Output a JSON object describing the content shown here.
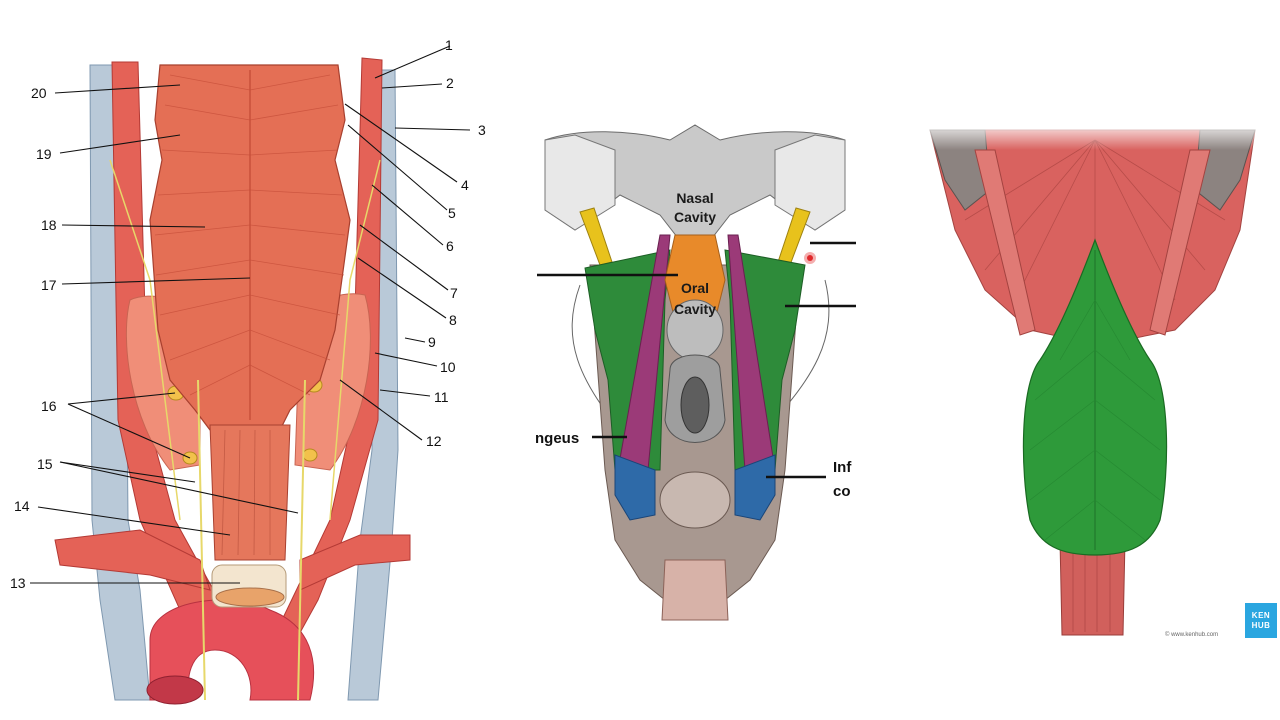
{
  "left_figure": {
    "numbers": [
      "1",
      "2",
      "3",
      "4",
      "5",
      "6",
      "7",
      "8",
      "9",
      "10",
      "11",
      "12",
      "13",
      "14",
      "15",
      "16",
      "17",
      "18",
      "19",
      "20"
    ]
  },
  "middle_figure": {
    "nasal_cavity": [
      "Nasal",
      "Cavity"
    ],
    "oral_cavity": [
      "Oral",
      "Cavity"
    ],
    "partial_label_left": "ngeus",
    "partial_label_right": [
      "Inf",
      "co"
    ]
  },
  "right_figure": {
    "badge": [
      "KEN",
      "HUB"
    ],
    "copyright": "© www.kenhub.com"
  },
  "colors": {
    "muscle": "#e46f55",
    "muscle_dark": "#c8503b",
    "vein_blue": "#aebfcf",
    "artery": "#e8505a",
    "thyroid": "#f0907a",
    "green": "#2e8b3a",
    "magenta": "#9b3a78",
    "orange": "#e88a2a",
    "blue": "#2e6aa8",
    "yellow": "#e8c21c",
    "kenhub": "#2aa6e0"
  }
}
